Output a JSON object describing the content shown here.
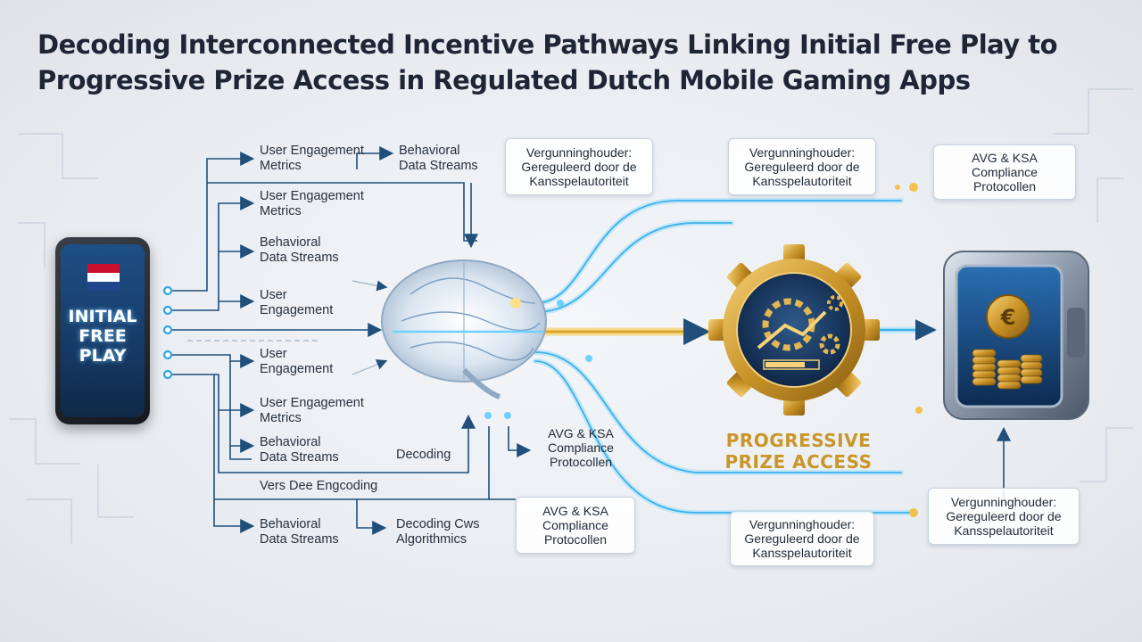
{
  "title": "Decoding Interconnected Incentive Pathways Linking Initial Free Play to Progressive Prize Access in Regulated Dutch Mobile Gaming Apps",
  "phone": {
    "label": "INITIAL\nFREE\nPLAY"
  },
  "prize": {
    "label": "PROGRESSIVE\nPRIZE ACCESS"
  },
  "left_labels": [
    "User Engagement\nMetrics",
    "Behavioral\nData Streams",
    "User Engagement\nMetrics",
    "Behavioral\nData Streams",
    "User\nEngagement",
    "User\nEngagement",
    "User Engagement\nMetrics",
    "Behavioral\nData Streams",
    "Decoding",
    "Vers Dee Engcoding",
    "Behavioral\nData Streams",
    "Decoding Cws\nAlgorithmics"
  ],
  "boxes": [
    "Vergunninghouder:\nGereguleerd door de\nKansspelautoriteit",
    "Vergunninghouder:\nGereguleerd door de\nKansspelautoriteit",
    "AVG & KSA\nCompliance\nProtocollen",
    "AVG & KSA\nCompliance\nProtocollen",
    "AVG & KSA\nCompliance\nProtocollen",
    "Vergunninghouder:\nGereguleerd door de\nKansspelautoriteit",
    "Vergunninghouder:\nGereguleerd door de\nKansspelautoriteit"
  ],
  "colors": {
    "wire": "#1f4f7a",
    "glow": "#5bc8f5",
    "gold": "#d9a52a",
    "flag_red": "#c8102e",
    "flag_white": "#ffffff",
    "flag_blue": "#21468b"
  },
  "icons": {
    "brain": "brain-icon",
    "gear": "gear-icon",
    "vault": "vault-icon",
    "coin": "euro-coin-icon"
  }
}
